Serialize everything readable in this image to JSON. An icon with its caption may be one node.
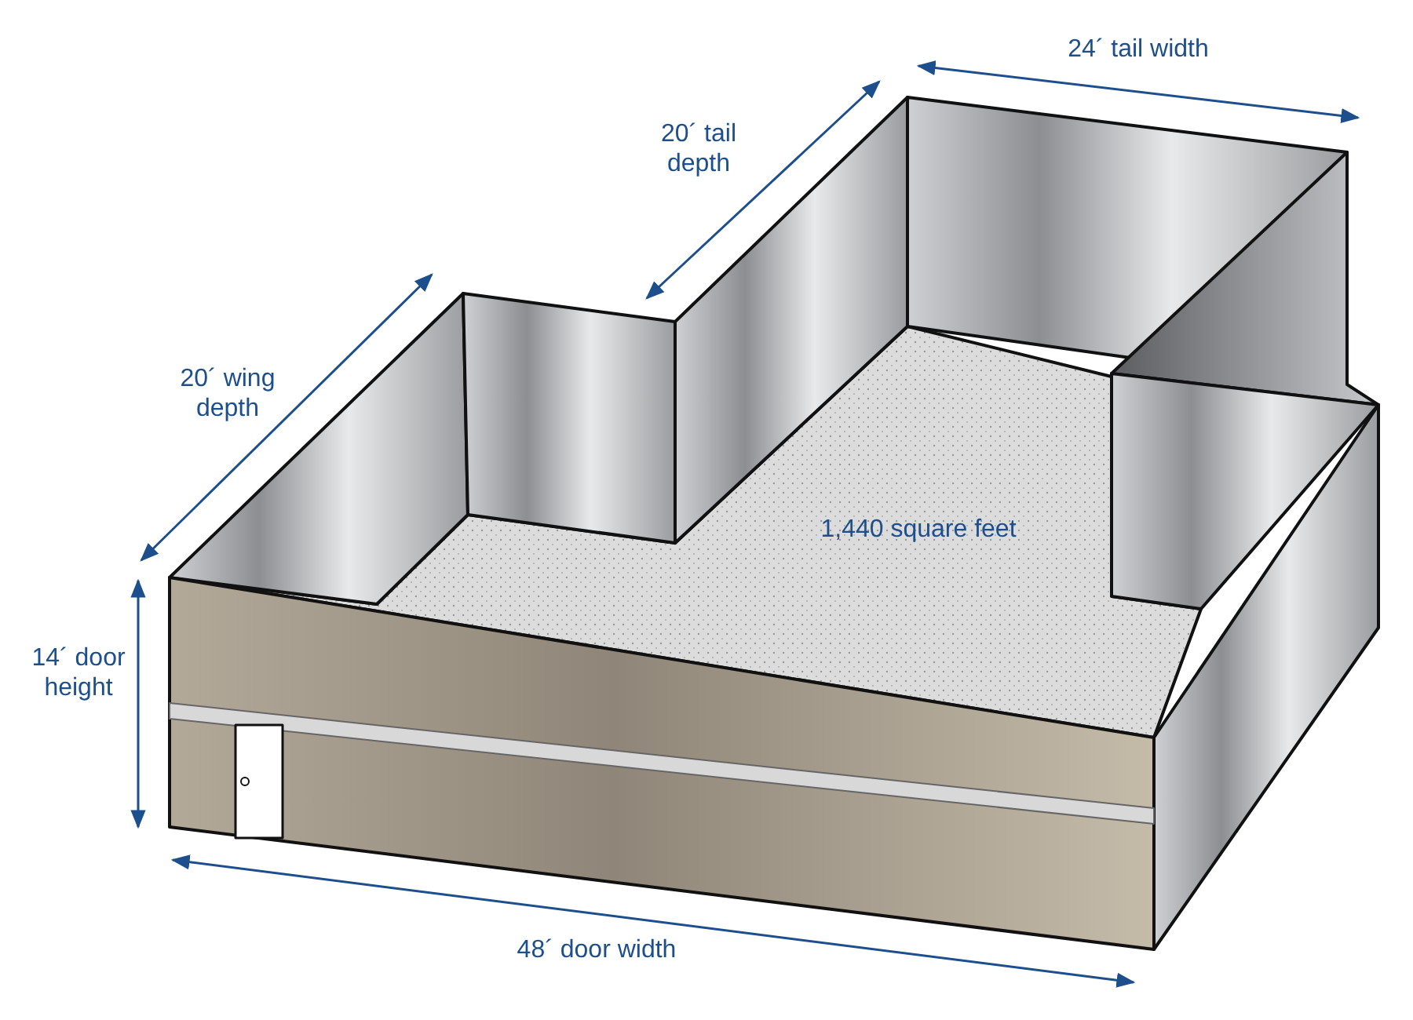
{
  "diagram": {
    "labels": [
      "24´ tail width",
      "20´ tail depth",
      "20´ wing depth",
      "1,440 square feet",
      "14´ door height",
      "48´ door width"
    ]
  }
}
